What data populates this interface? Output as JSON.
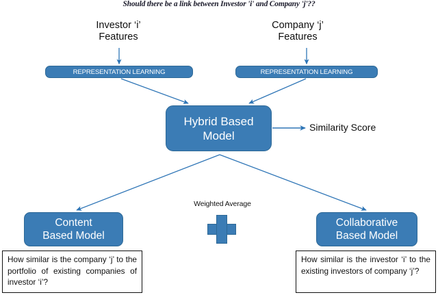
{
  "headline": "Should there be a link between Investor 'i' and Company 'j'??",
  "inputs": {
    "investor_features": "Investor ‘i’\nFeatures",
    "company_features": "Company ‘j’\nFeatures"
  },
  "representation": {
    "left_label": "REPRESENTATION LEARNING",
    "right_label": "REPRESENTATION LEARNING"
  },
  "hybrid": {
    "label": "Hybrid Based\nModel"
  },
  "output": {
    "similarity_label": "Similarity Score"
  },
  "combination": {
    "weighted_average_label": "Weighted Average",
    "operator_icon": "plus-icon"
  },
  "submodels": {
    "content": "Content\nBased Model",
    "collaborative": "Collaborative\nBased Model"
  },
  "questions": {
    "left": "How similar is the company ‘j’ to the portfolio of existing companies of investor ‘i’?",
    "right": "How similar is the investor ‘i’ to the existing investors of company ‘j’?"
  },
  "colors": {
    "box_fill": "#3b7cb5",
    "box_border": "#2d6896",
    "arrow": "#2e75b6",
    "text_dark": "#101010",
    "box_text": "#ffffff",
    "question_border": "#111111",
    "background": "#ffffff"
  }
}
